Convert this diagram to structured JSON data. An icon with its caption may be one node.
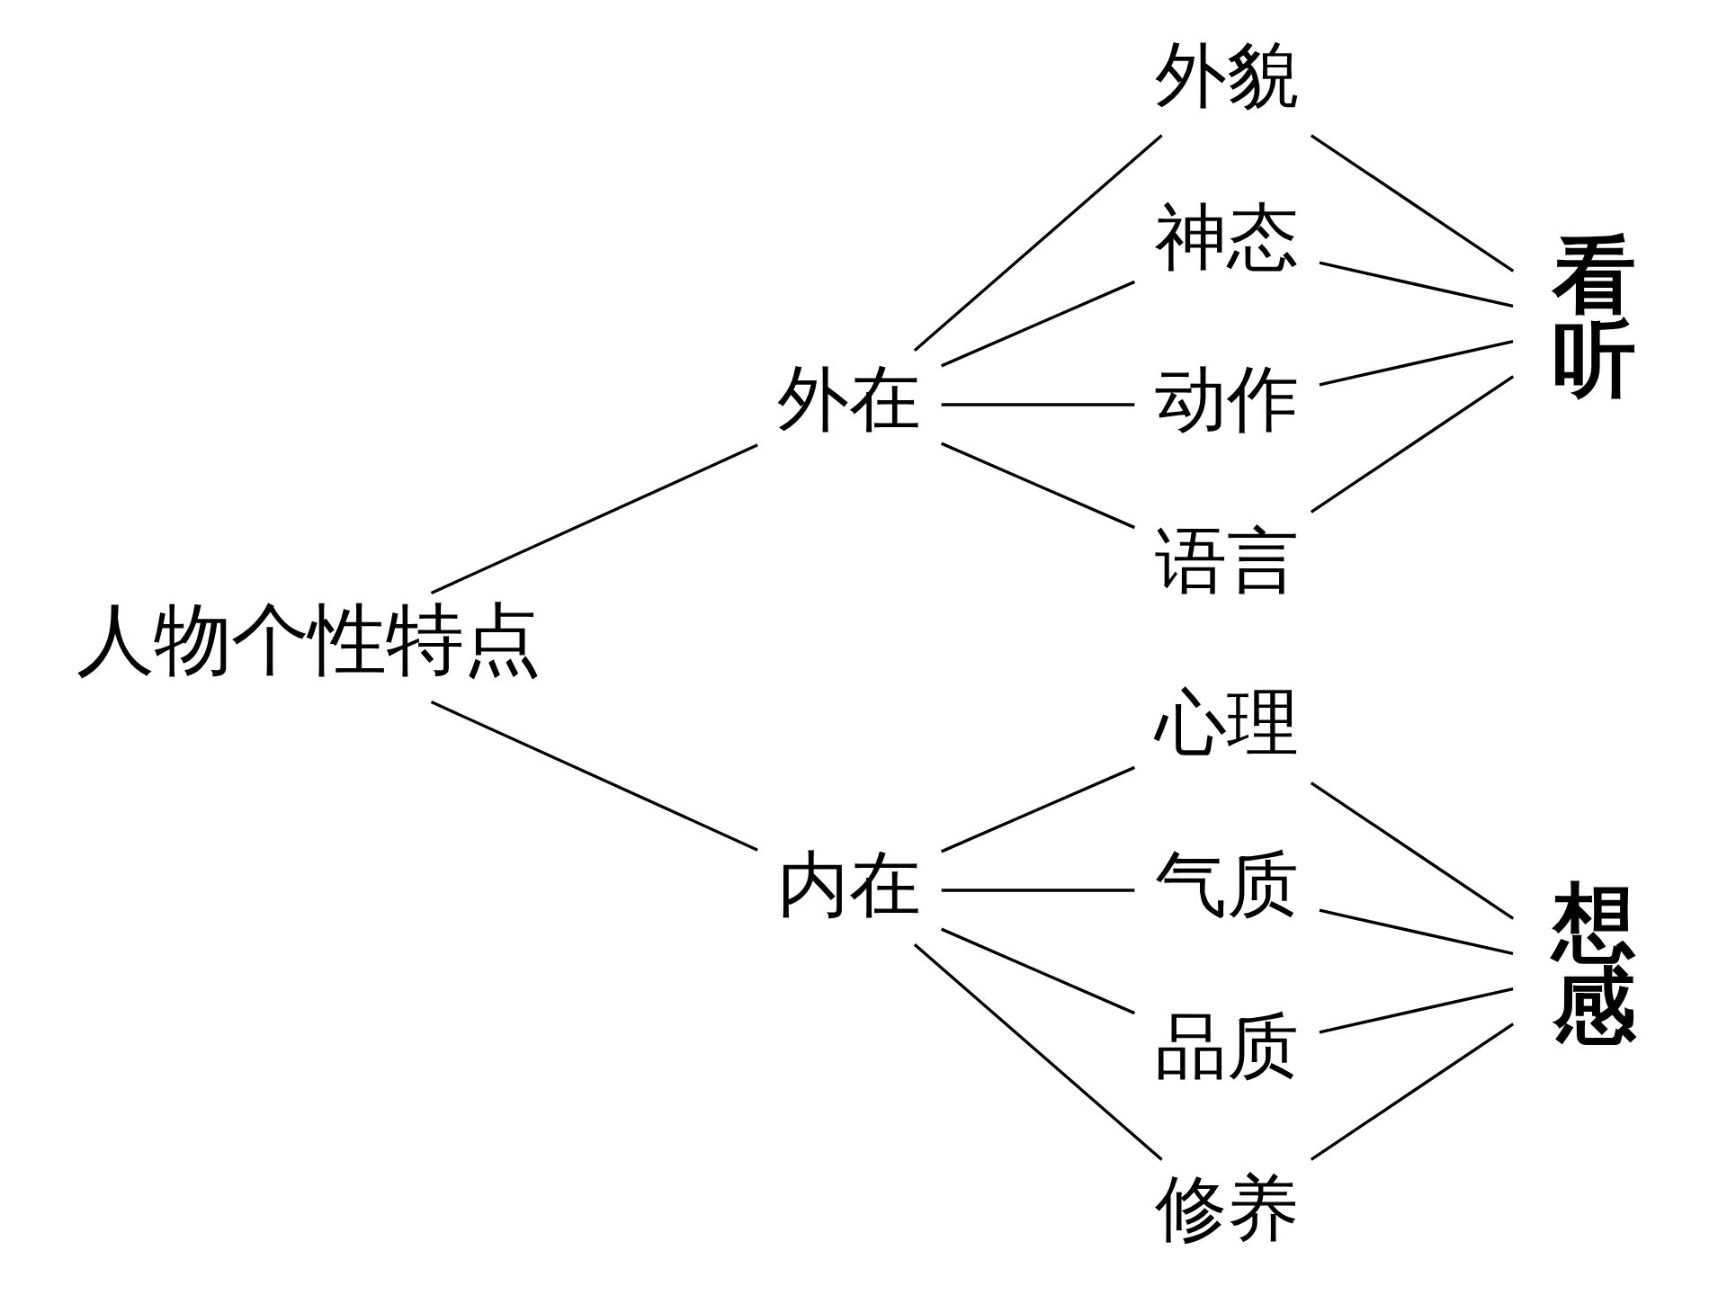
{
  "diagram": {
    "nodes": [
      {
        "text": [
          "人物个性特点"
        ]
      },
      {
        "text": [
          "外在"
        ]
      },
      {
        "text": [
          "外貌"
        ]
      },
      {
        "text": [
          "神态"
        ]
      },
      {
        "text": [
          "动作"
        ]
      },
      {
        "text": [
          "语言"
        ]
      },
      {
        "text": [
          "内在"
        ]
      },
      {
        "text": [
          "心理"
        ]
      },
      {
        "text": [
          "气质"
        ]
      },
      {
        "text": [
          "品质"
        ]
      },
      {
        "text": [
          "修养"
        ]
      },
      {
        "text": [
          "看",
          "听"
        ]
      },
      {
        "text": [
          "想",
          "感"
        ]
      }
    ],
    "edges": [
      {
        "from": 0,
        "to": 1,
        "arrow": "none"
      },
      {
        "from": 0,
        "to": 6,
        "arrow": "none"
      },
      {
        "from": 1,
        "to": 2,
        "arrow": "none"
      },
      {
        "from": 1,
        "to": 3,
        "arrow": "none"
      },
      {
        "from": 1,
        "to": 4,
        "arrow": "none"
      },
      {
        "from": 1,
        "to": 5,
        "arrow": "none"
      },
      {
        "from": 6,
        "to": 7,
        "arrow": "none"
      },
      {
        "from": 6,
        "to": 8,
        "arrow": "none"
      },
      {
        "from": 6,
        "to": 9,
        "arrow": "none"
      },
      {
        "from": 6,
        "to": 10,
        "arrow": "none"
      },
      {
        "from": 2,
        "to": 11,
        "arrow": "none"
      },
      {
        "from": 3,
        "to": 11,
        "arrow": "none"
      },
      {
        "from": 4,
        "to": 11,
        "arrow": "none"
      },
      {
        "from": 5,
        "to": 11,
        "arrow": "none"
      },
      {
        "from": 7,
        "to": 12,
        "arrow": "none"
      },
      {
        "from": 8,
        "to": 12,
        "arrow": "none"
      },
      {
        "from": 9,
        "to": 12,
        "arrow": "none"
      },
      {
        "from": 10,
        "to": 12,
        "arrow": "none"
      }
    ]
  }
}
